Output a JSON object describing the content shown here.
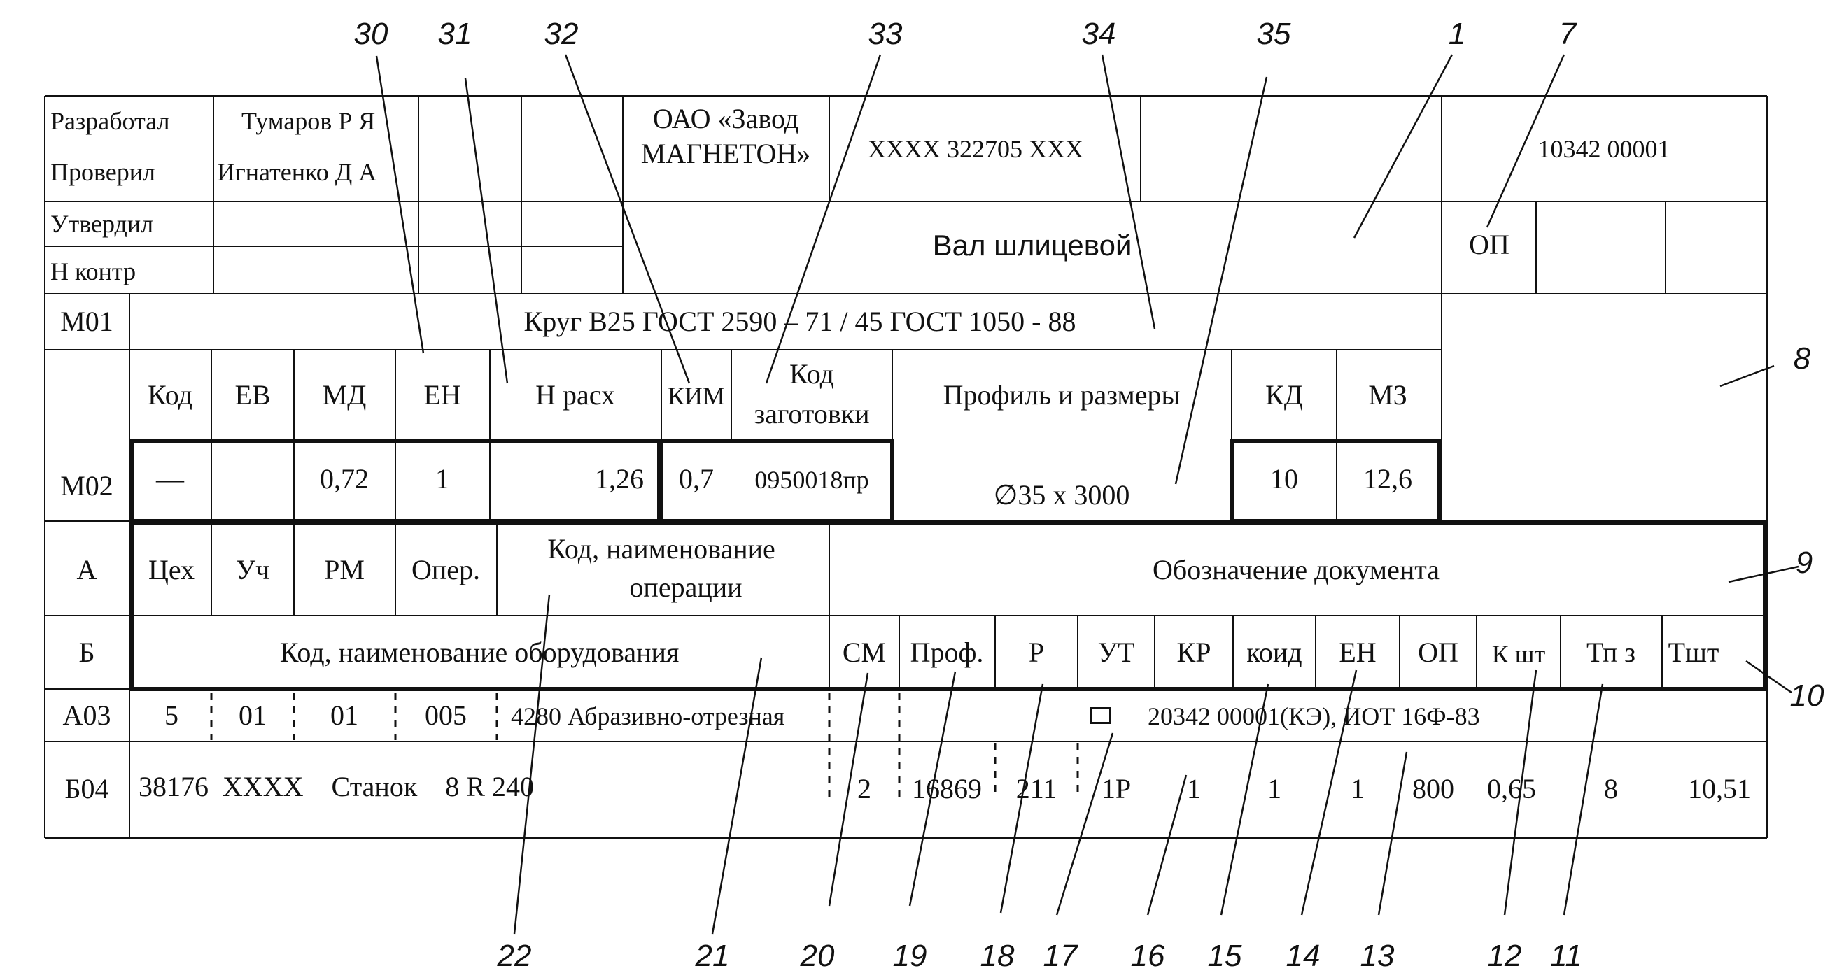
{
  "title_block": {
    "razrabotal_label": "Разработал",
    "razrabotal_name": "Тумаров Р Я",
    "proveril_label": "Проверил",
    "proveril_name": "Игнатенко Д А",
    "utverdil_label": "Утвердил",
    "nkontr_label": "Н контр",
    "org_line1": "ОАО «Завод",
    "org_line2": "МАГНЕТОН»",
    "doc_code": "XXXX 322705 XXX",
    "doc_number": "10342 00001",
    "part_name": "Вал шлицевой",
    "op_label": "ОП"
  },
  "m01": {
    "code": "М01",
    "material": "Круг В25 ГОСТ 2590 – 71 / 45 ГОСТ 1050 - 88"
  },
  "m02": {
    "code": "М02",
    "headers": {
      "kod": "Код",
      "ev": "ЕВ",
      "md": "МД",
      "en": "ЕН",
      "nrash": "Н расх",
      "kim": "КИМ",
      "kod_zag1": "Код",
      "kod_zag2": "заготовки",
      "profil": "Профиль и размеры",
      "kd": "КД",
      "mz": "МЗ"
    },
    "values": {
      "kod": "—",
      "md": "0,72",
      "en": "1",
      "nrash": "1,26",
      "kim": "0,7",
      "kod_zag": "0950018пр",
      "profil": "∅35 х 3000",
      "kd": "10",
      "mz": "12,6"
    }
  },
  "row_a": {
    "code": "А",
    "ceh": "Цех",
    "uch": "Уч",
    "rm": "РМ",
    "oper": "Опер.",
    "kod_naim1": "Код, наименование",
    "kod_naim2": "операции",
    "oboznach": "Обозначение документа"
  },
  "row_b": {
    "code": "Б",
    "kod_oborud": "Код, наименование оборудования",
    "sm": "СМ",
    "prof": "Проф.",
    "r": "Р",
    "ut": "УТ",
    "kr": "КР",
    "koid": "коид",
    "en": "ЕН",
    "op": "ОП",
    "kst": "К шт",
    "tpz": "Тп з",
    "tsht": "Тшт"
  },
  "a03": {
    "code": "А03",
    "ceh": "5",
    "uch": "01",
    "rm": "01",
    "oper": "005",
    "operation": "4280 Абразивно-отрезная",
    "document": "20342 00001(КЭ), ИОТ 16Ф-83"
  },
  "b04": {
    "code": "Б04",
    "equipment": "38176  XXXX    Станок    8 R 240",
    "sm": "2",
    "prof": "16869",
    "r": "211",
    "ut": "1Р",
    "kr": "1",
    "koid": "1",
    "en": "1",
    "op": "800",
    "kst": "0,65",
    "tpz": "8",
    "tsht": "10,51"
  },
  "callouts": {
    "c30": "30",
    "c31": "31",
    "c32": "32",
    "c33": "33",
    "c34": "34",
    "c35": "35",
    "c1": "1",
    "c7": "7",
    "c8": "8",
    "c9": "9",
    "c10": "10",
    "c22": "22",
    "c21": "21",
    "c20": "20",
    "c19": "19",
    "c18": "18",
    "c17": "17",
    "c16": "16",
    "c15": "15",
    "c14": "14",
    "c13": "13",
    "c12": "12",
    "c11": "11"
  }
}
